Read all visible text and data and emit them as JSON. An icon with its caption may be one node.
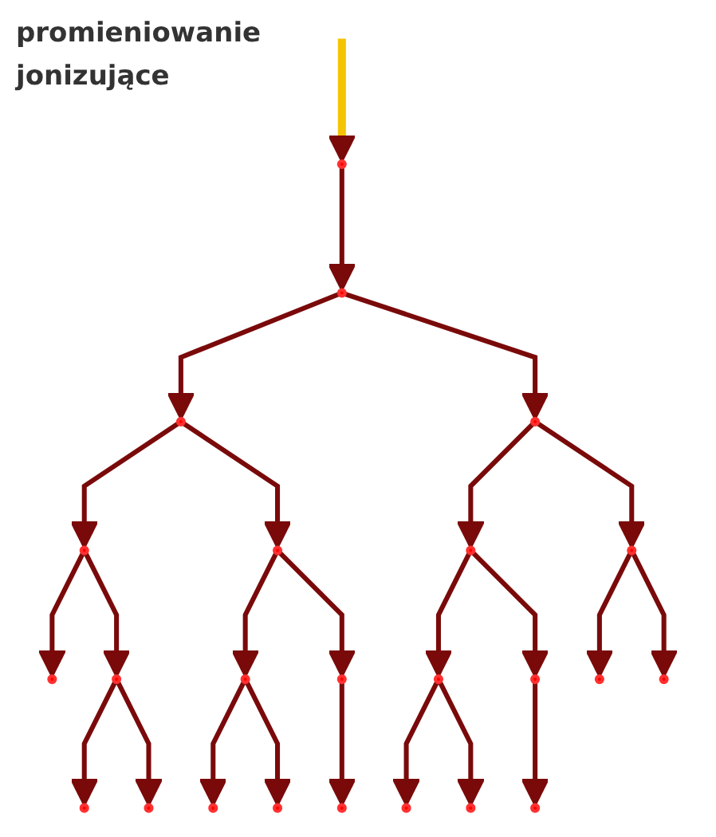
{
  "diagram": {
    "nodes": [
      {
        "text": [],
        "shape": "circle"
      },
      {
        "text": [],
        "shape": "circle"
      },
      {
        "text": [],
        "shape": "circle"
      },
      {
        "text": [],
        "shape": "circle"
      },
      {
        "text": [],
        "shape": "circle"
      },
      {
        "text": [],
        "shape": "circle"
      },
      {
        "text": [],
        "shape": "circle"
      },
      {
        "text": [],
        "shape": "circle"
      },
      {
        "text": [],
        "shape": "circle"
      },
      {
        "text": [],
        "shape": "circle"
      },
      {
        "text": [],
        "shape": "circle"
      },
      {
        "text": [],
        "shape": "circle"
      },
      {
        "text": [],
        "shape": "circle"
      },
      {
        "text": [],
        "shape": "circle"
      },
      {
        "text": [],
        "shape": "circle"
      },
      {
        "text": [],
        "shape": "circle"
      },
      {
        "text": [],
        "shape": "circle"
      },
      {
        "text": [],
        "shape": "circle"
      },
      {
        "text": [],
        "shape": "circle"
      },
      {
        "text": [],
        "shape": "circle"
      },
      {
        "text": [],
        "shape": "circle"
      },
      {
        "text": [],
        "shape": "circle"
      },
      {
        "text": [],
        "shape": "circle"
      },
      {
        "text": [],
        "shape": "circle"
      }
    ],
    "edges": [
      {
        "from": null,
        "to": 0,
        "arrow": "to",
        "color": "#f5c400"
      },
      {
        "from": 0,
        "to": 1,
        "arrow": "to"
      },
      {
        "from": 1,
        "to": 2,
        "arrow": "to"
      },
      {
        "from": 1,
        "to": 3,
        "arrow": "to"
      },
      {
        "from": 2,
        "to": 4,
        "arrow": "to"
      },
      {
        "from": 2,
        "to": 5,
        "arrow": "to"
      },
      {
        "from": 3,
        "to": 6,
        "arrow": "to"
      },
      {
        "from": 3,
        "to": 7,
        "arrow": "to"
      },
      {
        "from": 4,
        "to": 8,
        "arrow": "to"
      },
      {
        "from": 4,
        "to": 9,
        "arrow": "to"
      },
      {
        "from": 5,
        "to": 10,
        "arrow": "to"
      },
      {
        "from": 5,
        "to": 11,
        "arrow": "to"
      },
      {
        "from": 6,
        "to": 12,
        "arrow": "to"
      },
      {
        "from": 6,
        "to": 13,
        "arrow": "to"
      },
      {
        "from": 7,
        "to": 14,
        "arrow": "to"
      },
      {
        "from": 7,
        "to": 15,
        "arrow": "to"
      },
      {
        "from": 9,
        "to": 16,
        "arrow": "to"
      },
      {
        "from": 9,
        "to": 17,
        "arrow": "to"
      },
      {
        "from": 10,
        "to": 18,
        "arrow": "to"
      },
      {
        "from": 10,
        "to": 19,
        "arrow": "to"
      },
      {
        "from": 11,
        "to": 20,
        "arrow": "to"
      },
      {
        "from": 12,
        "to": 21,
        "arrow": "to"
      },
      {
        "from": 12,
        "to": 22,
        "arrow": "to"
      },
      {
        "from": 13,
        "to": 23,
        "arrow": "to"
      }
    ],
    "labels": [
      "promieniowanie jonizujące"
    ]
  }
}
